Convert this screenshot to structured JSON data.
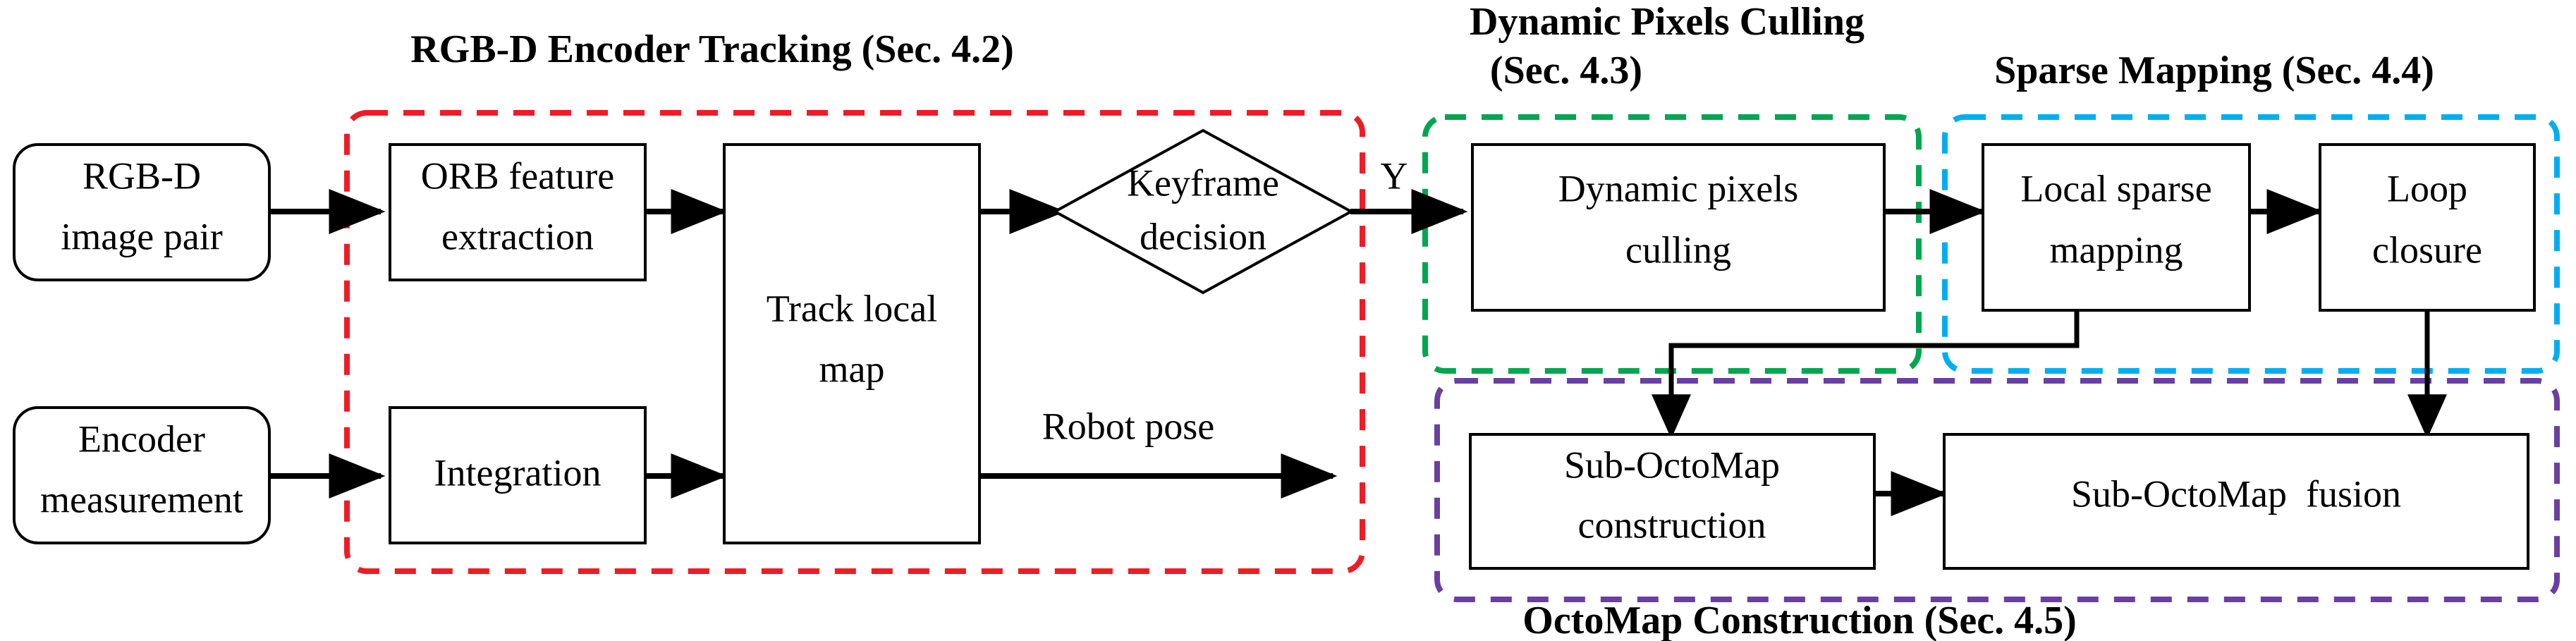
{
  "figure": {
    "type": "system-architecture-flowchart",
    "background": "#ffffff",
    "stroke": "#000000"
  },
  "groups": [
    {
      "id": "tracking",
      "title": "RGB-D Encoder Tracking (Sec. 4.2)",
      "color": "#ee1c25",
      "title_position": "above"
    },
    {
      "id": "culling",
      "title_line1": "Dynamic Pixels Culling",
      "title_line2": "(Sec. 4.3)",
      "color": "#00a650",
      "title_position": "above"
    },
    {
      "id": "mapping",
      "title": "Sparse Mapping (Sec. 4.4)",
      "color": "#00aeef",
      "title_position": "above"
    },
    {
      "id": "octomap",
      "title": "OctoMap Construction (Sec. 4.5)",
      "color": "#6b3fa0",
      "title_position": "below"
    }
  ],
  "nodes": {
    "rgbd_input": {
      "line1": "RGB-D",
      "line2": "image pair",
      "shape": "rounded-rect"
    },
    "encoder_input": {
      "line1": "Encoder",
      "line2": "measurement",
      "shape": "rounded-rect"
    },
    "orb": {
      "line1": "ORB feature",
      "line2": "extraction",
      "shape": "rect"
    },
    "integration": {
      "line1": "Integration",
      "line2": "",
      "shape": "rect"
    },
    "track_local_map": {
      "line1": "Track local",
      "line2": "map",
      "shape": "rect"
    },
    "keyframe_decision": {
      "line1": "Keyframe",
      "line2": "decision",
      "shape": "diamond"
    },
    "dynamic_pixels_culling": {
      "line1": "Dynamic pixels",
      "line2": "culling",
      "shape": "rect"
    },
    "local_sparse_mapping": {
      "line1": "Local sparse",
      "line2": "mapping",
      "shape": "rect"
    },
    "loop_closure": {
      "line1": "Loop",
      "line2": "closure",
      "shape": "rect"
    },
    "suboctomap_construction": {
      "line1": "Sub-OctoMap",
      "line2": "construction",
      "shape": "rect"
    },
    "suboctomap_fusion": {
      "line1": "Sub-OctoMap  fusion",
      "line2": "",
      "shape": "rect"
    }
  },
  "edge_labels": {
    "keyframe_yes": "Y",
    "robot_pose": "Robot pose"
  },
  "colors": {
    "tracking_group": "#ee1c25",
    "culling_group": "#00a650",
    "mapping_group": "#00aeef",
    "octomap_group": "#6b3fa0",
    "node_stroke": "#000000",
    "background": "#ffffff"
  }
}
